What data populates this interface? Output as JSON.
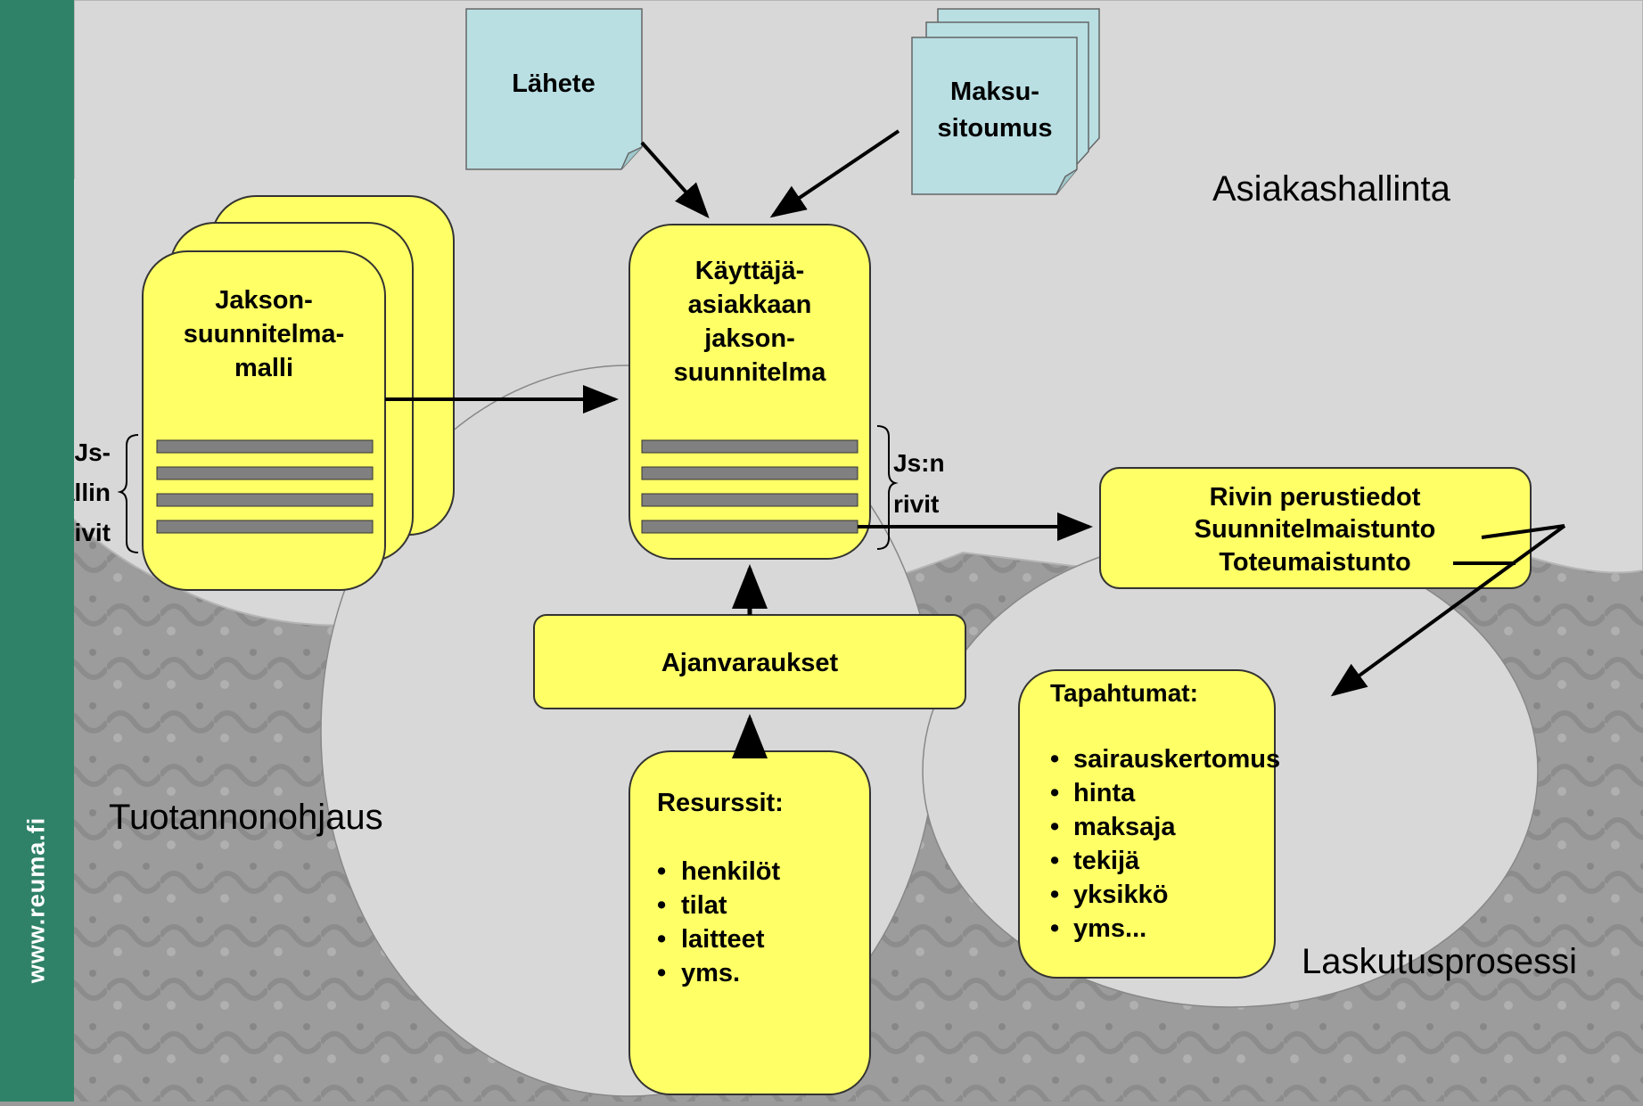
{
  "sidebar": {
    "website": "www.reuma.fi"
  },
  "regions": {
    "asiakashallinta": "Asiakashallinta",
    "tuotannonohjaus": "Tuotannonohjaus",
    "laskutusprosessi": "Laskutusprosessi"
  },
  "documents": {
    "lahete": "Lähete",
    "maksusitoumus": [
      "Maksu-",
      "sitoumus"
    ]
  },
  "template_stack": {
    "title": [
      "Jakson-",
      "suunnitelma-",
      "malli"
    ],
    "rows_label": [
      "Js-",
      "mallin",
      "rivit"
    ]
  },
  "plan_card": {
    "title": [
      "Käyttäjä-",
      "asiakkaan",
      "jakson-",
      "suunnitelma"
    ],
    "rows_label": [
      "Js:n",
      "rivit"
    ]
  },
  "row_info": {
    "lines": [
      "Rivin perustiedot",
      "Suunnitelmaistunto",
      "Toteumaistunto"
    ]
  },
  "ajanvaraukset": {
    "label": "Ajanvaraukset"
  },
  "resurssit": {
    "title": "Resurssit:",
    "items": [
      "henkilöt",
      "tilat",
      "laitteet",
      "yms."
    ]
  },
  "tapahtumat": {
    "title": "Tapahtumat:",
    "items": [
      "sairauskertomus",
      "hinta",
      "maksaja",
      "tekijä",
      "yksikkö",
      "yms..."
    ]
  },
  "colors": {
    "sidebar": "#2f8267",
    "card_fill": "#ffff66",
    "document_fill": "#b9dfe3",
    "region_fill": "#d8d8d8",
    "row_bar": "#808080"
  }
}
